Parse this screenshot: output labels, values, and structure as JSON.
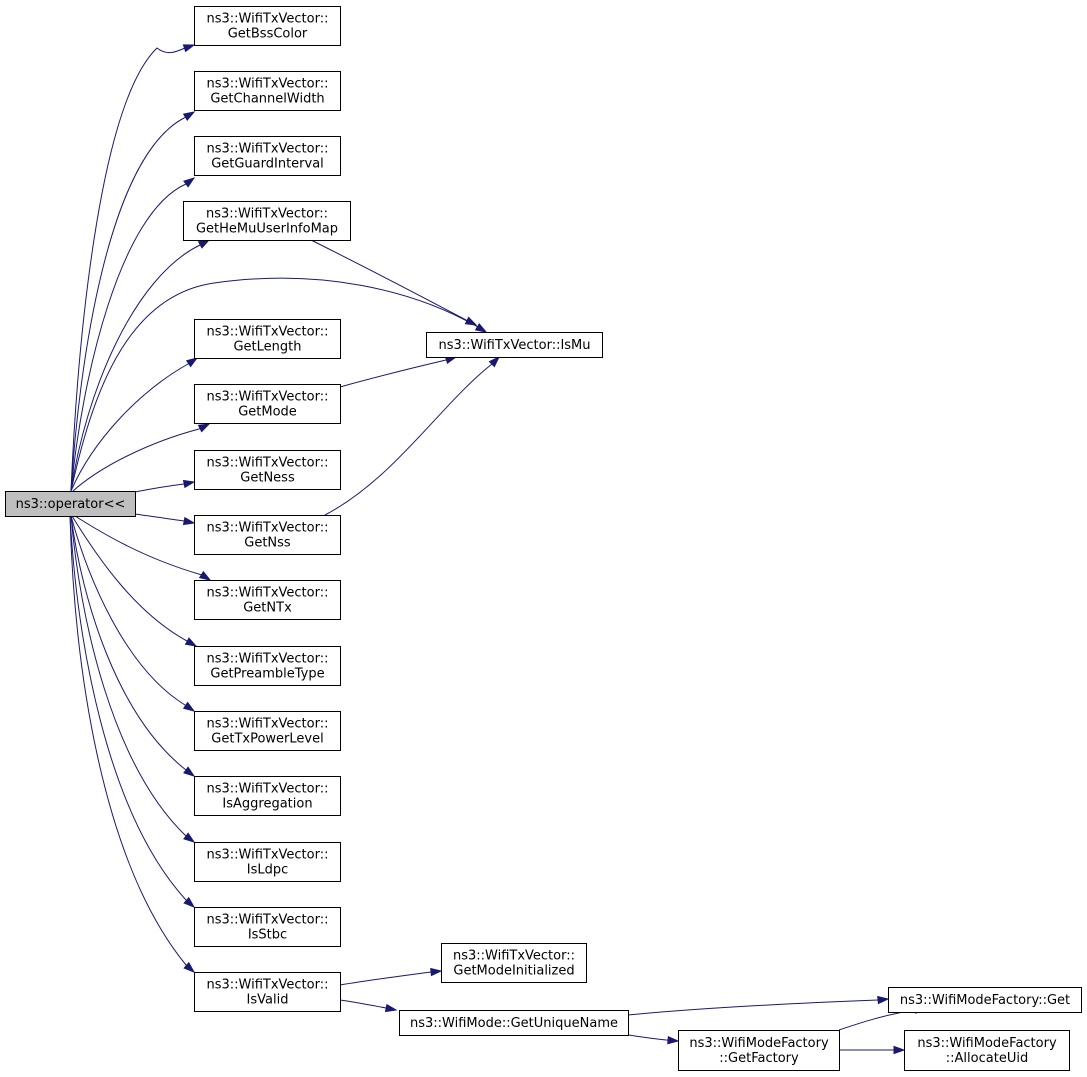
{
  "diagram": {
    "nodes": [
      {
        "id": "operator",
        "lines": [
          "ns3::operator<<"
        ],
        "root": true
      },
      {
        "id": "GetBssColor",
        "lines": [
          "ns3::WifiTxVector::",
          "GetBssColor"
        ]
      },
      {
        "id": "GetChannelWidth",
        "lines": [
          "ns3::WifiTxVector::",
          "GetChannelWidth"
        ]
      },
      {
        "id": "GetGuardInterval",
        "lines": [
          "ns3::WifiTxVector::",
          "GetGuardInterval"
        ]
      },
      {
        "id": "GetHeMuUserInfoMap",
        "lines": [
          "ns3::WifiTxVector::",
          "GetHeMuUserInfoMap"
        ]
      },
      {
        "id": "IsMu",
        "lines": [
          "ns3::WifiTxVector::IsMu"
        ]
      },
      {
        "id": "GetLength",
        "lines": [
          "ns3::WifiTxVector::",
          "GetLength"
        ]
      },
      {
        "id": "GetMode",
        "lines": [
          "ns3::WifiTxVector::",
          "GetMode"
        ]
      },
      {
        "id": "GetNess",
        "lines": [
          "ns3::WifiTxVector::",
          "GetNess"
        ]
      },
      {
        "id": "GetNss",
        "lines": [
          "ns3::WifiTxVector::",
          "GetNss"
        ]
      },
      {
        "id": "GetNTx",
        "lines": [
          "ns3::WifiTxVector::",
          "GetNTx"
        ]
      },
      {
        "id": "GetPreambleType",
        "lines": [
          "ns3::WifiTxVector::",
          "GetPreambleType"
        ]
      },
      {
        "id": "GetTxPowerLevel",
        "lines": [
          "ns3::WifiTxVector::",
          "GetTxPowerLevel"
        ]
      },
      {
        "id": "IsAggregation",
        "lines": [
          "ns3::WifiTxVector::",
          "IsAggregation"
        ]
      },
      {
        "id": "IsLdpc",
        "lines": [
          "ns3::WifiTxVector::",
          "IsLdpc"
        ]
      },
      {
        "id": "IsStbc",
        "lines": [
          "ns3::WifiTxVector::",
          "IsStbc"
        ]
      },
      {
        "id": "IsValid",
        "lines": [
          "ns3::WifiTxVector::",
          "IsValid"
        ]
      },
      {
        "id": "GetModeInitialized",
        "lines": [
          "ns3::WifiTxVector::",
          "GetModeInitialized"
        ]
      },
      {
        "id": "GetUniqueName",
        "lines": [
          "ns3::WifiMode::GetUniqueName"
        ]
      },
      {
        "id": "FactoryGet",
        "lines": [
          "ns3::WifiModeFactory::Get"
        ]
      },
      {
        "id": "GetFactory",
        "lines": [
          "ns3::WifiModeFactory",
          "::GetFactory"
        ]
      },
      {
        "id": "AllocateUid",
        "lines": [
          "ns3::WifiModeFactory",
          "::AllocateUid"
        ]
      }
    ],
    "edges": [
      {
        "from": "operator",
        "to": "GetBssColor"
      },
      {
        "from": "operator",
        "to": "GetChannelWidth"
      },
      {
        "from": "operator",
        "to": "GetGuardInterval"
      },
      {
        "from": "operator",
        "to": "GetHeMuUserInfoMap"
      },
      {
        "from": "operator",
        "to": "IsMu"
      },
      {
        "from": "operator",
        "to": "GetLength"
      },
      {
        "from": "operator",
        "to": "GetMode"
      },
      {
        "from": "operator",
        "to": "GetNess"
      },
      {
        "from": "operator",
        "to": "GetNss"
      },
      {
        "from": "operator",
        "to": "GetNTx"
      },
      {
        "from": "operator",
        "to": "GetPreambleType"
      },
      {
        "from": "operator",
        "to": "GetTxPowerLevel"
      },
      {
        "from": "operator",
        "to": "IsAggregation"
      },
      {
        "from": "operator",
        "to": "IsLdpc"
      },
      {
        "from": "operator",
        "to": "IsStbc"
      },
      {
        "from": "operator",
        "to": "IsValid"
      },
      {
        "from": "GetHeMuUserInfoMap",
        "to": "IsMu"
      },
      {
        "from": "GetMode",
        "to": "IsMu"
      },
      {
        "from": "GetNss",
        "to": "IsMu"
      },
      {
        "from": "IsValid",
        "to": "GetModeInitialized"
      },
      {
        "from": "IsValid",
        "to": "GetUniqueName"
      },
      {
        "from": "GetUniqueName",
        "to": "FactoryGet"
      },
      {
        "from": "GetUniqueName",
        "to": "GetFactory"
      },
      {
        "from": "GetFactory",
        "to": "FactoryGet"
      },
      {
        "from": "GetFactory",
        "to": "AllocateUid"
      }
    ],
    "colors": {
      "edge": "#191970",
      "root_fill": "#bfbfbf",
      "node_fill": "#ffffff",
      "node_border": "#000000"
    }
  }
}
